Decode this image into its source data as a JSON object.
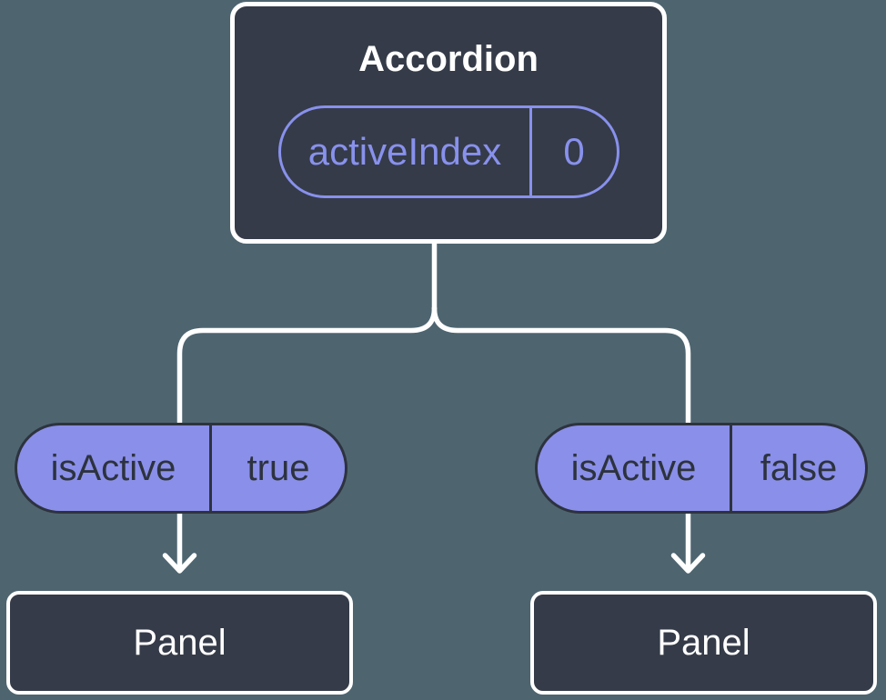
{
  "diagram": {
    "root_node": {
      "title": "Accordion",
      "state_pill": {
        "name": "activeIndex",
        "value": "0"
      }
    },
    "prop_pills": {
      "left": {
        "name": "isActive",
        "value": "true"
      },
      "right": {
        "name": "isActive",
        "value": "false"
      }
    },
    "child_nodes": {
      "left": {
        "title": "Panel"
      },
      "right": {
        "title": "Panel"
      }
    },
    "colors": {
      "background": "#4E6570",
      "node_fill": "#353B48",
      "node_border": "#FFFFFF",
      "pill_fill": "#8A8FE9",
      "pill_outline": "#8891EC",
      "pill_text_dark": "#2D333E",
      "connector": "#FFFFFF"
    }
  }
}
